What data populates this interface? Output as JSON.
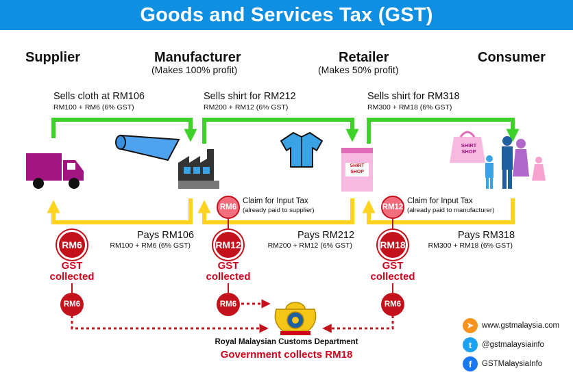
{
  "title": "Goods and Services Tax (GST)",
  "actors": {
    "supplier": "Supplier",
    "manufacturer": "Manufacturer",
    "manufacturer_note": "(Makes 100% profit)",
    "retailer": "Retailer",
    "retailer_note": "(Makes 50% profit)",
    "consumer": "Consumer"
  },
  "sales": [
    {
      "main": "Sells cloth at RM106",
      "detail": "RM100 + RM6 (6% GST)"
    },
    {
      "main": "Sells shirt for RM212",
      "detail": "RM200 + RM12 (6% GST)"
    },
    {
      "main": "Sells shirt for RM318",
      "detail": "RM300 + RM18 (6% GST)"
    }
  ],
  "payments": [
    {
      "main": "Pays RM106",
      "detail": "RM100 + RM6 (6% GST)"
    },
    {
      "main": "Pays RM212",
      "detail": "RM200 + RM12 (6% GST)"
    },
    {
      "main": "Pays RM318",
      "detail": "RM300 + RM18 (6% GST)"
    }
  ],
  "claims": [
    {
      "coin": "RM6",
      "main": "Claim for Input Tax",
      "detail": "(already paid to supplier)"
    },
    {
      "coin": "RM12",
      "main": "Claim for Input Tax",
      "detail": "(already paid to manufacturer)"
    }
  ],
  "collected": [
    {
      "coin": "RM6",
      "line1": "GST",
      "line2": "collected",
      "remit": "RM6"
    },
    {
      "coin": "RM12",
      "line1": "GST",
      "line2": "collected",
      "remit": "RM6"
    },
    {
      "coin": "RM18",
      "line1": "GST",
      "line2": "collected",
      "remit": "RM6"
    }
  ],
  "government": {
    "department": "Royal Malaysian Customs Department",
    "collects": "Government collects RM18"
  },
  "shop_sign": {
    "line1": "SHIRT",
    "line2": "SHOP"
  },
  "social": [
    {
      "icon": "globe-icon",
      "label": "www.gstmalaysia.com",
      "color": "#f7941d"
    },
    {
      "icon": "twitter-icon",
      "label": "@gstmalaysiainfo",
      "color": "#1da1f2"
    },
    {
      "icon": "facebook-icon",
      "label": "GSTMalaysiaInfo",
      "color": "#1877f2"
    }
  ],
  "colors": {
    "banner": "#0f8fe1",
    "sell_arrow": "#3dd12a",
    "pay_arrow": "#ffd21f",
    "gst_red": "#c4121d",
    "claim_pink": "#f26d7d"
  }
}
